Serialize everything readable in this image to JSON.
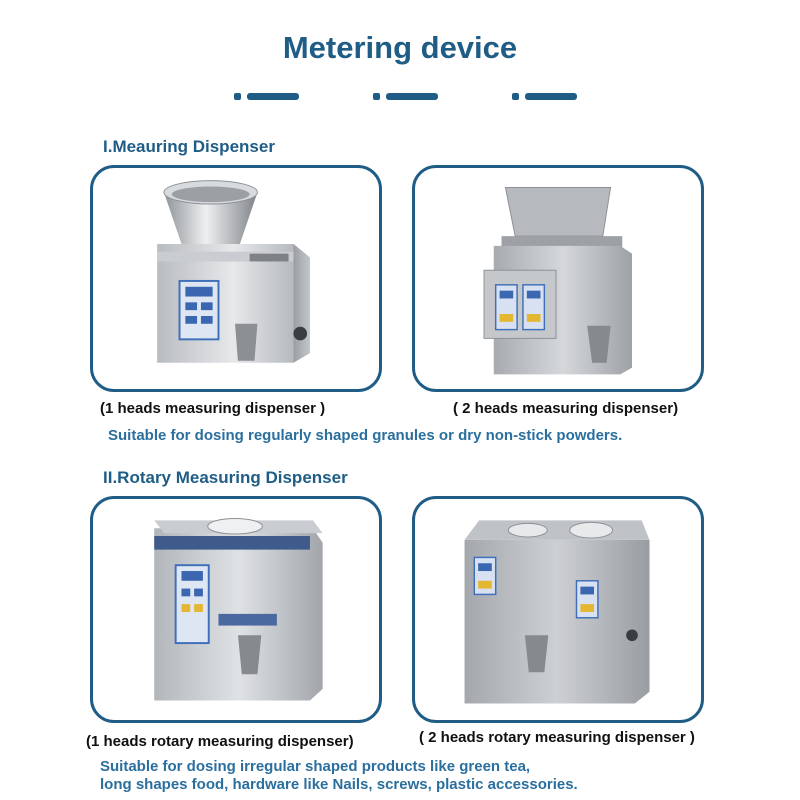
{
  "header": {
    "title": "Metering device"
  },
  "colors": {
    "accent": "#1f5d86",
    "note": "#2b6f9e"
  },
  "section1": {
    "title": "I.Meauring Dispenser",
    "items": [
      {
        "caption": "(1 heads measuring dispenser )",
        "image": "single-head-dispenser-photo"
      },
      {
        "caption": "( 2 heads measuring dispenser)",
        "image": "double-head-dispenser-photo"
      }
    ],
    "note": "Suitable for dosing regularly shaped granules or dry non-stick powders."
  },
  "section2": {
    "title": "II.Rotary Measuring Dispenser",
    "items": [
      {
        "caption": "(1 heads rotary measuring dispenser)",
        "image": "single-head-rotary-dispenser-photo"
      },
      {
        "caption": "( 2 heads rotary measuring dispenser )",
        "image": "double-head-rotary-dispenser-photo"
      }
    ],
    "note_line1": "Suitable for dosing irregular shaped products like green tea,",
    "note_line2": "long shapes food, hardware like Nails, screws, plastic accessories."
  }
}
